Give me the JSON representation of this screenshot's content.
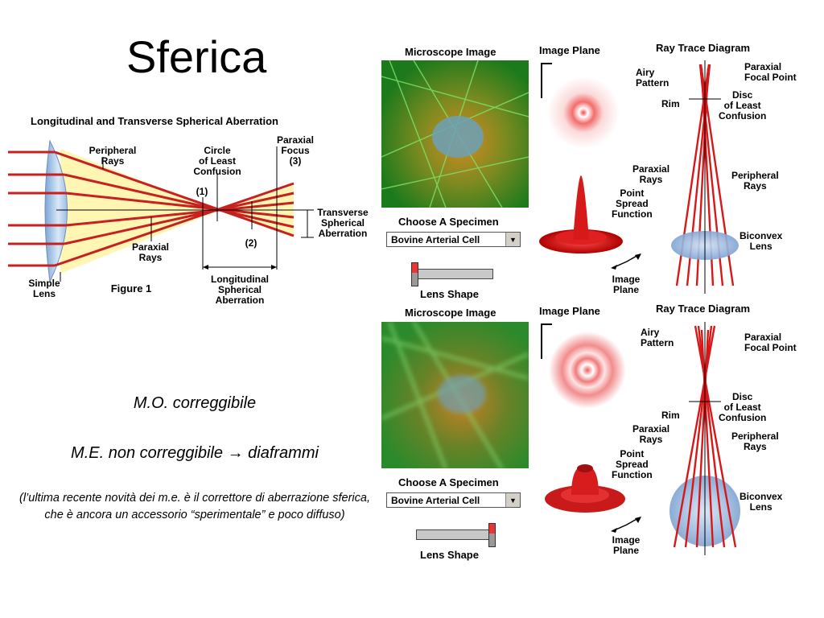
{
  "slide": {
    "title": "Sferica",
    "note1": "M.O. correggibile",
    "note2": "M.E. non correggibile → diaframmi",
    "note3": "(l’ultima recente novità dei m.e. è il correttore di aberrazione sferica, che è ancora un accessorio “sperimentale” e poco diffuso)"
  },
  "figure1": {
    "title": "Longitudinal and Transverse Spherical Aberration",
    "caption": "Figure 1",
    "labels": {
      "peripheral": "Peripheral\nRays",
      "circle": "Circle\nof Least\nConfusion",
      "paraxial_focus": "Paraxial\nFocus\n(3)",
      "n1": "(1)",
      "n2": "(2)",
      "transverse": "Transverse\nSpherical\nAberration",
      "paraxial_rays": "Paraxial\nRays",
      "simple_lens": "Simple\nLens",
      "longitudinal": "Longitudinal\nSpherical\nAberration"
    }
  },
  "panel_labels": {
    "microscope_image": "Microscope Image",
    "image_plane": "Image Plane",
    "ray_trace": "Ray Trace Diagram",
    "choose_specimen": "Choose A Specimen",
    "specimen_value": "Bovine Arterial Cell",
    "lens_shape": "Lens Shape",
    "airy": "Airy\nPattern",
    "paraxial_focal": "Paraxial\nFocal Point",
    "rim": "Rim",
    "disc": "Disc\nof Least\nConfusion",
    "paraxial_rays": "Paraxial\nRays",
    "peripheral_rays": "Peripheral\nRays",
    "psf": "Point\nSpread\nFunction",
    "biconvex": "Biconvex\nLens",
    "image_plane_2": "Image\nPlane"
  },
  "panels": [
    {
      "lens_shape_level": 0.0
    },
    {
      "lens_shape_level": 1.0
    }
  ]
}
